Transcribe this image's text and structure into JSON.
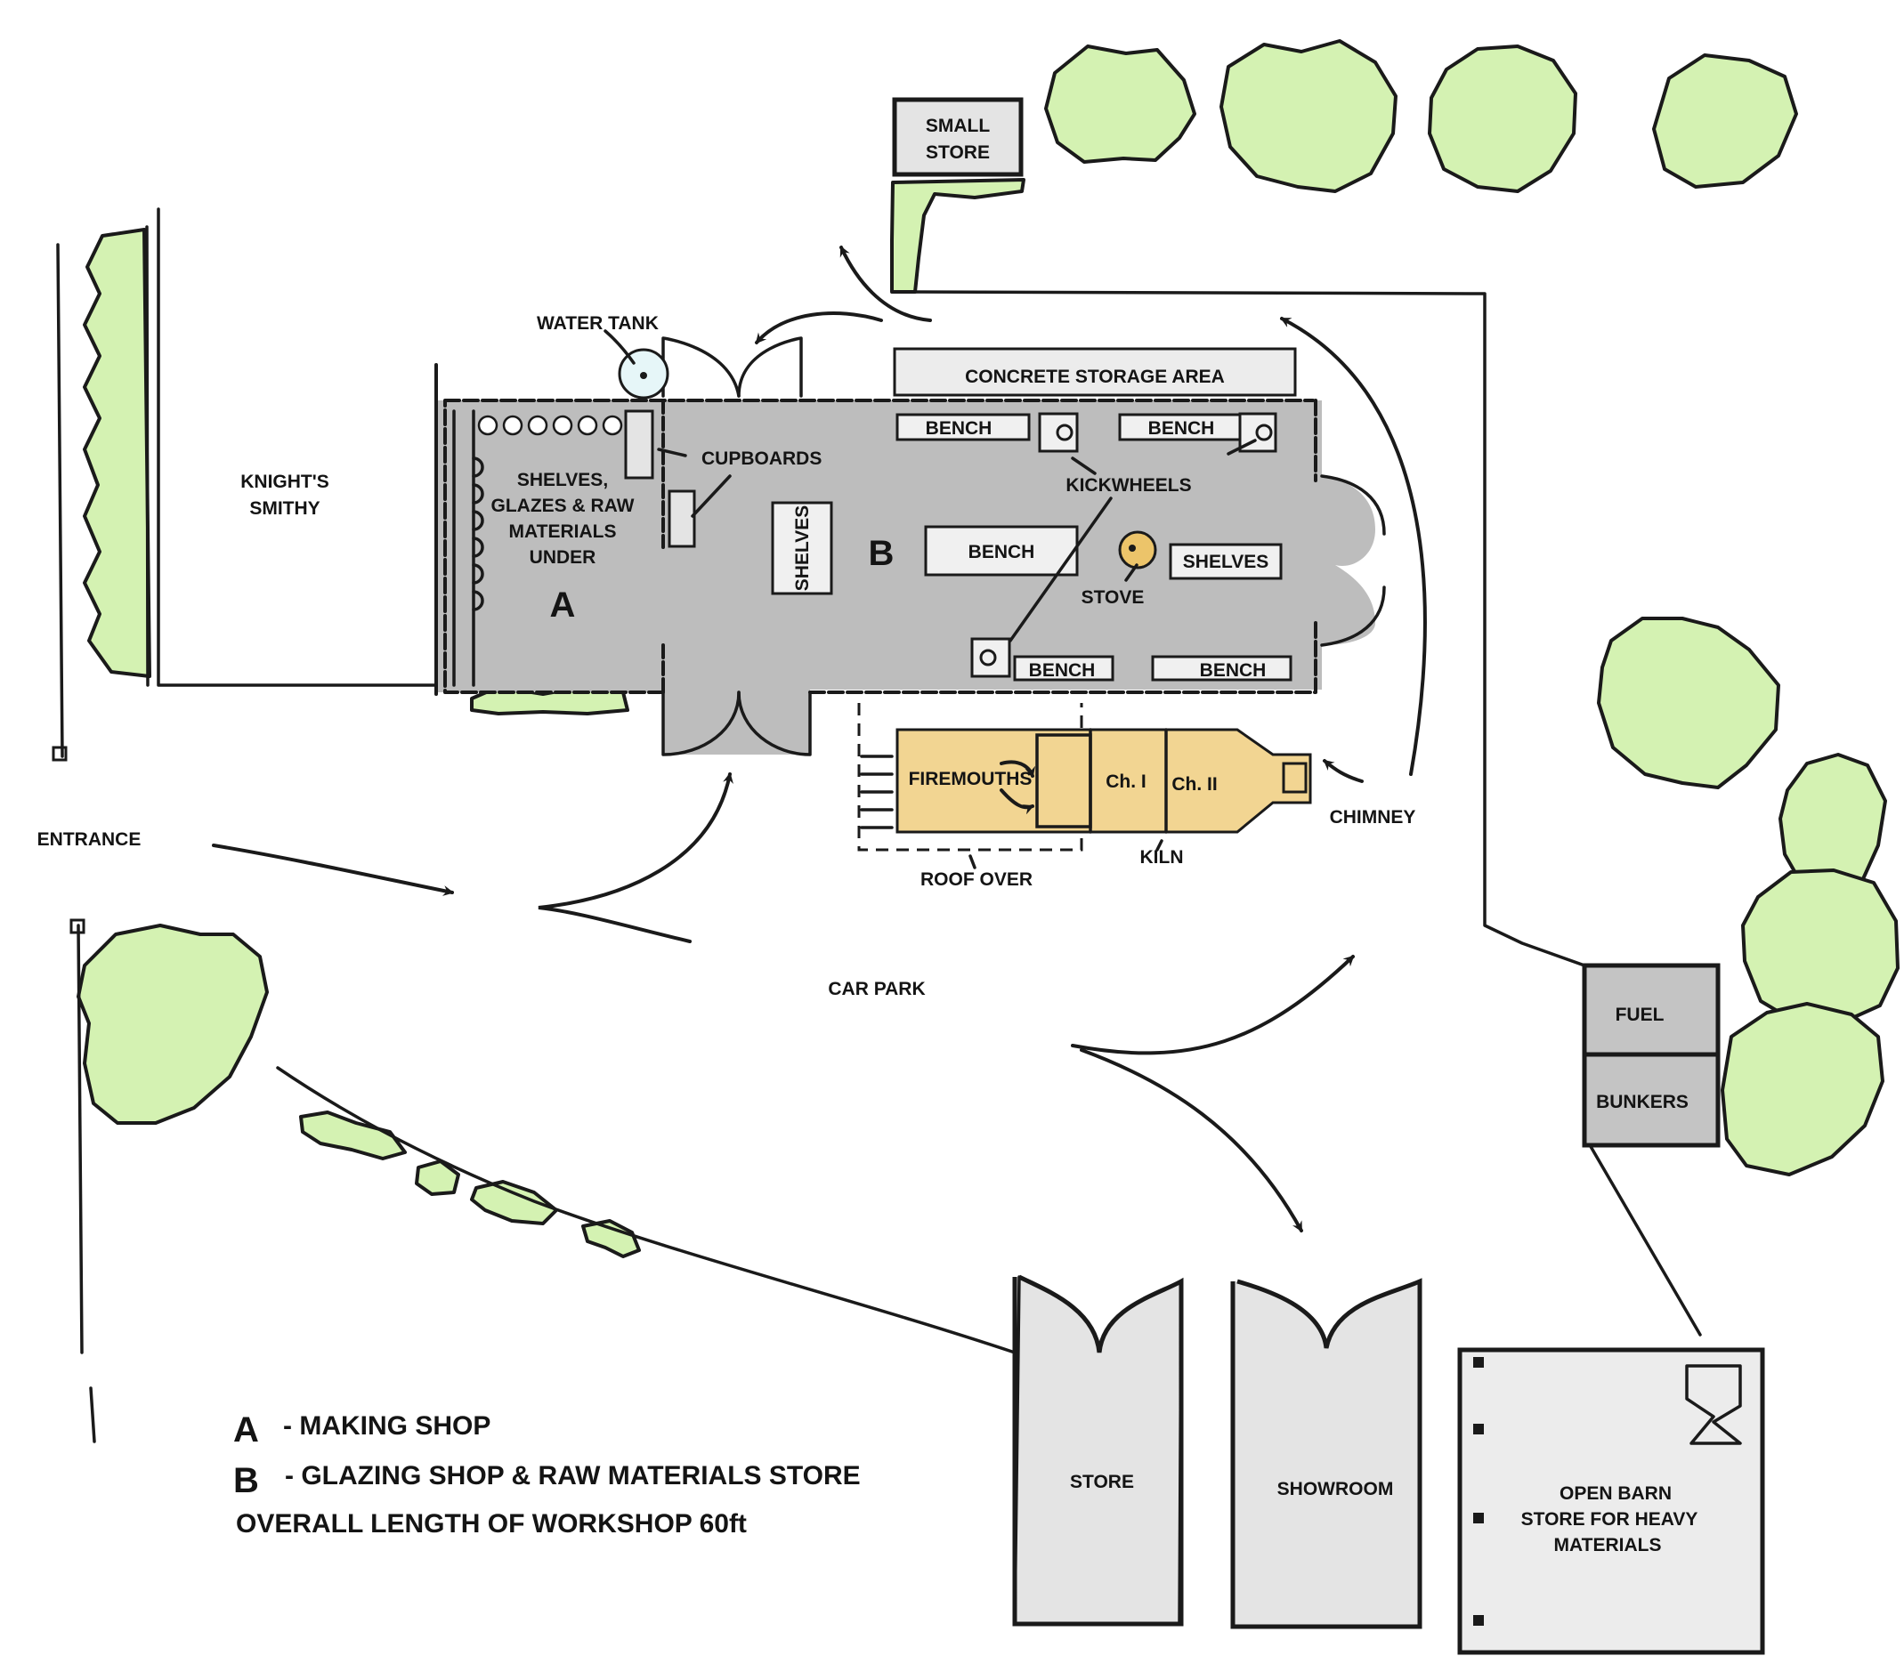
{
  "colors": {
    "greenery": "#d4f2b2",
    "floor": "#bdbdbd",
    "bench_fill": "#ececec",
    "kiln": "#f2d592",
    "stove": "#ecc46a",
    "water_tank": "#e6f6f8",
    "bunkers": "#c4c4c4",
    "outbuilding": "#e4e4e4",
    "ink": "#1a1a1a"
  },
  "labels": {
    "small_store": [
      "SMALL",
      "STORE"
    ],
    "water_tank": "WATER TANK",
    "concrete_storage": "CONCRETE STORAGE AREA",
    "bench_top_left": "BENCH",
    "bench_top_right": "BENCH",
    "cupboards": "CUPBOARDS",
    "kickwheels": "KICKWHEELS",
    "knights_smithy": [
      "KNIGHT'S",
      "SMITHY"
    ],
    "shelves_a": [
      "SHELVES,",
      "GLAZES & RAW",
      "MATERIALS",
      "UNDER"
    ],
    "room_a": "A",
    "shelves_vertical": "SHELVES",
    "room_b": "B",
    "bench_center": "BENCH",
    "stove": "STOVE",
    "shelves_right": "SHELVES",
    "bench_bottom_left": "BENCH",
    "bench_bottom_right": "BENCH",
    "firemouths": "FIREMOUTHS",
    "chamber_1": "Ch. I",
    "chamber_2": "Ch. II",
    "chimney": "CHIMNEY",
    "kiln": "KILN",
    "roof_over": "ROOF OVER",
    "entrance": "ENTRANCE",
    "car_park": "CAR PARK",
    "fuel": "FUEL",
    "bunkers": "BUNKERS",
    "store": "STORE",
    "showroom": "SHOWROOM",
    "open_barn": [
      "OPEN BARN",
      "STORE FOR HEAVY",
      "MATERIALS"
    ]
  },
  "legend": {
    "a_key": "A",
    "a_text": "- MAKING SHOP",
    "b_key": "B",
    "b_text": "- GLAZING SHOP & RAW MATERIALS STORE",
    "note": "OVERALL LENGTH OF WORKSHOP 60ft"
  }
}
